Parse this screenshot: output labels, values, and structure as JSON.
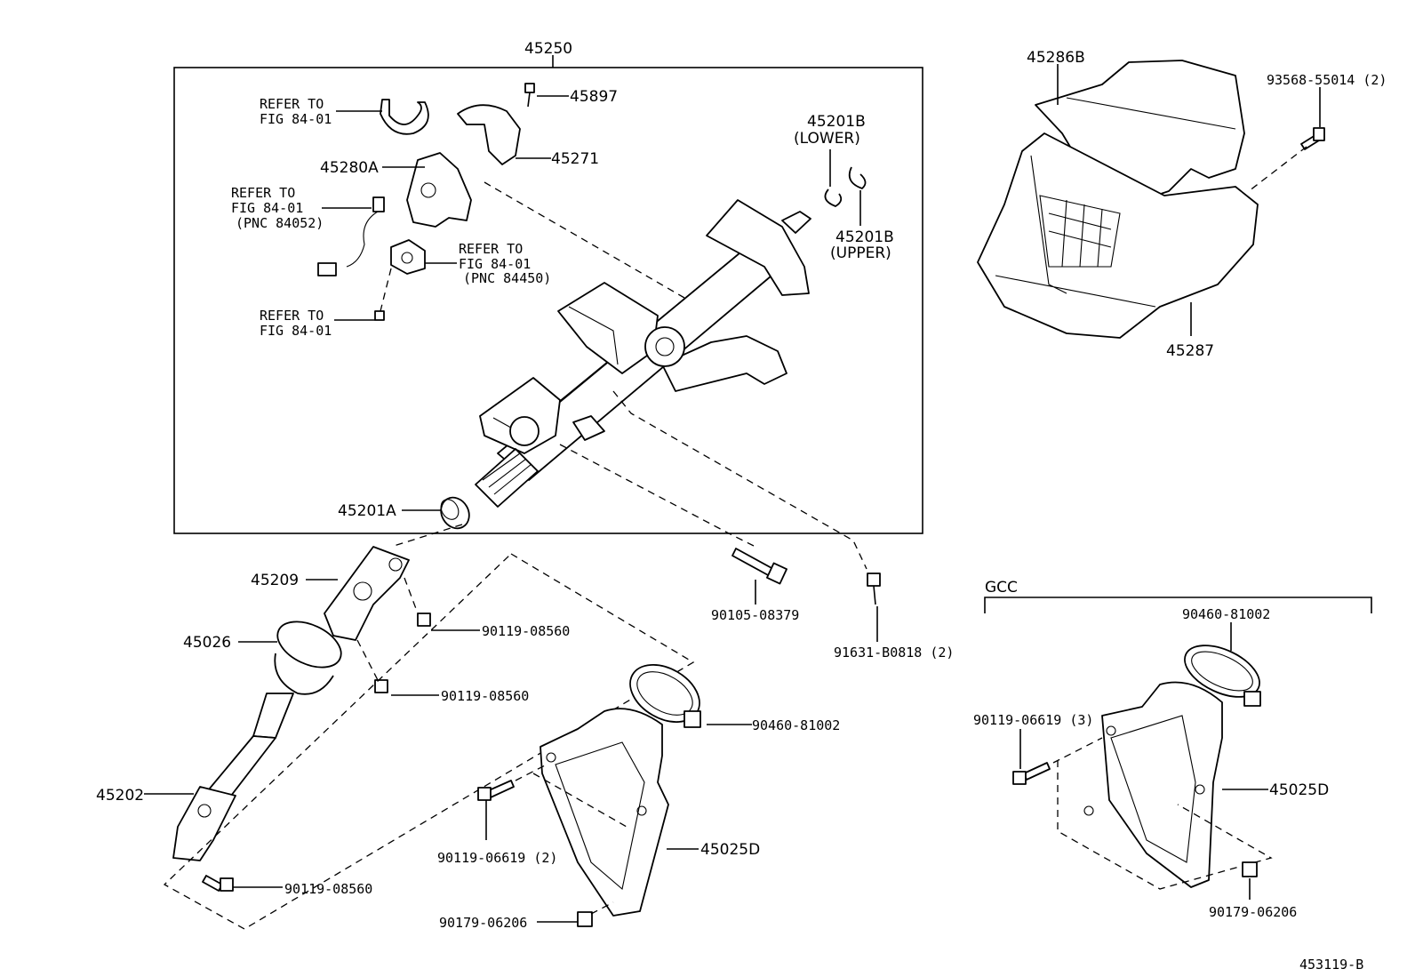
{
  "diagram_id": "453119-B",
  "assembly_label": "45250",
  "gcc_label": "GCC",
  "labels": {
    "p45897": "45897",
    "p45271": "45271",
    "p45280A": "45280A",
    "p45201B_lower": "45201B",
    "lower": "(LOWER)",
    "p45201B_upper": "45201B",
    "upper": "(UPPER)",
    "p45201A": "45201A",
    "p45209": "45209",
    "p45026": "45026",
    "p45202": "45202",
    "p90119_08560_a": "90119-08560",
    "p90119_08560_b": "90119-08560",
    "p90119_08560_c": "90119-08560",
    "p90105_08379": "90105-08379",
    "p91631_B0818": "91631-B0818 (2)",
    "p90460_81002_a": "90460-81002",
    "p90460_81002_b": "90460-81002",
    "p45025D_a": "45025D",
    "p45025D_b": "45025D",
    "p90119_06619_a": "90119-06619 (2)",
    "p90119_06619_b": "90119-06619 (3)",
    "p90179_06206_a": "90179-06206",
    "p90179_06206_b": "90179-06206",
    "p45286B": "45286B",
    "p45287": "45287",
    "p93568_55014": "93568-55014 (2)"
  },
  "refs": {
    "r1_line1": "REFER TO",
    "r1_line2": "FIG 84-01",
    "r2_line1": "REFER TO",
    "r2_line2": "FIG 84-01",
    "r2_line3": "(PNC 84052)",
    "r3_line1": "REFER TO",
    "r3_line2": "FIG 84-01",
    "r3_line3": "(PNC 84450)",
    "r4_line1": "REFER TO",
    "r4_line2": "FIG 84-01"
  }
}
